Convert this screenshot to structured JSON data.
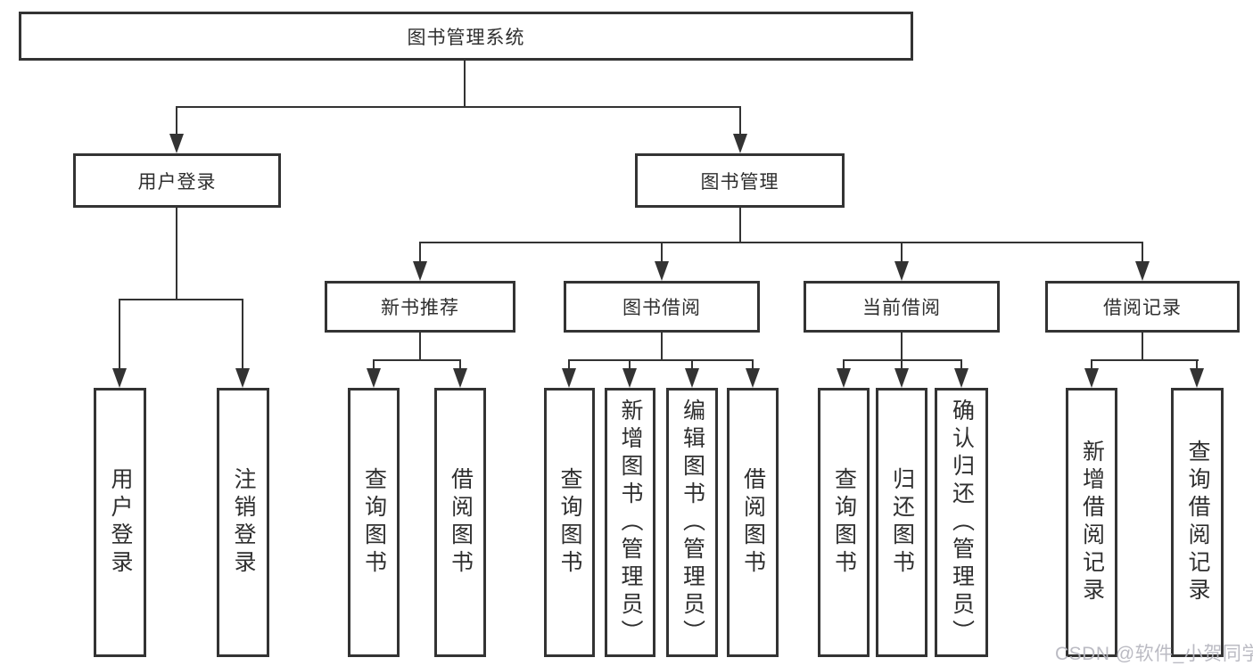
{
  "tree": {
    "root": {
      "label": "图书管理系统",
      "children": [
        {
          "label": "用户登录",
          "children": [
            {
              "label": "用户登录"
            },
            {
              "label": "注销登录"
            }
          ]
        },
        {
          "label": "图书管理",
          "children": [
            {
              "label": "新书推荐",
              "children": [
                {
                  "label": "查询图书"
                },
                {
                  "label": "借阅图书"
                }
              ]
            },
            {
              "label": "图书借阅",
              "children": [
                {
                  "label": "查询图书"
                },
                {
                  "label": "新增图书（管理员）"
                },
                {
                  "label": "编辑图书（管理员）"
                },
                {
                  "label": "借阅图书"
                }
              ]
            },
            {
              "label": "当前借阅",
              "children": [
                {
                  "label": "查询图书"
                },
                {
                  "label": "归还图书"
                },
                {
                  "label": "确认归还（管理员）"
                }
              ]
            },
            {
              "label": "借阅记录",
              "children": [
                {
                  "label": "新增借阅记录"
                },
                {
                  "label": "查询借阅记录"
                }
              ]
            }
          ]
        }
      ]
    }
  },
  "watermark": "CSDN @软件_小贺同学",
  "colors": {
    "line": "#333333",
    "box_border": "#333333",
    "text": "#2f2f2f",
    "watermark": "#b7b7c0",
    "background": "#ffffff"
  }
}
